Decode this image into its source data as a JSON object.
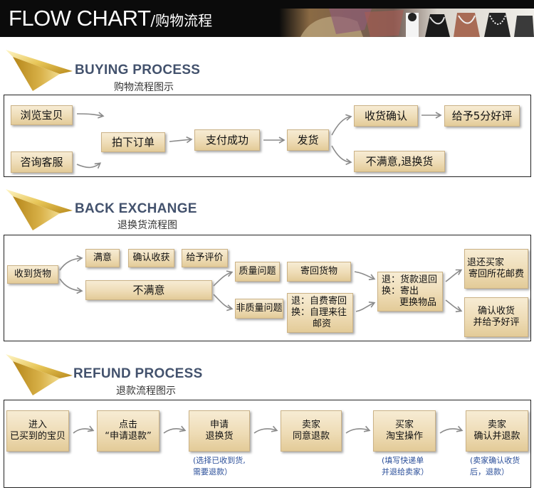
{
  "header": {
    "title_en": "FLOW CHART",
    "title_sep": "/",
    "title_zh": "购物流程"
  },
  "colors": {
    "header_bg": "#0b0b0b",
    "section_heading": "#43526d",
    "box_fill": "#efdfbd",
    "note_text": "#2b4f9a",
    "chevron_gold": "#d3ab3a"
  },
  "buying": {
    "title_en": "BUYING PROCESS",
    "title_zh": "购物流程图示",
    "steps": {
      "browse": "浏览宝贝",
      "consult": "咨询客服",
      "order": "拍下订单",
      "pay": "支付成功",
      "ship": "发货",
      "confirm": "收货确认",
      "rate": "给予5分好评",
      "unsatisfied": "不满意,退换货"
    }
  },
  "exchange": {
    "title_en": "BACK  EXCHANGE",
    "title_zh": "退换货流程图",
    "steps": {
      "receive": "收到货物",
      "satisfied": "满意",
      "confirm_receipt": "确认收获",
      "give_review": "给予评价",
      "unsatisfied": "不满意",
      "quality": "质量问题",
      "non_quality": "非质量问题",
      "return_goods": "寄回货物",
      "self_pay_1": "退：自费寄回",
      "self_pay_2": "换：自理来往",
      "self_pay_3": "邮资",
      "seller_1": "退：货款退回",
      "seller_2": "换：寄出",
      "seller_3": "更换物品",
      "refund_post_1": "退还买家",
      "refund_post_2": "寄回所花邮费",
      "confirm_good_1": "确认收货",
      "confirm_good_2": "并给予好评"
    }
  },
  "refund": {
    "title_en": "REFUND  PROCESS",
    "title_zh": "退款流程图示",
    "steps": [
      {
        "line1": "进入",
        "line2": "已买到的宝贝"
      },
      {
        "line1": "点击",
        "line2": "“申请退款”"
      },
      {
        "line1": "申请",
        "line2": "退换货"
      },
      {
        "line1": "卖家",
        "line2": "同意退款"
      },
      {
        "line1": "买家",
        "line2": "淘宝操作"
      },
      {
        "line1": "卖家",
        "line2": "确认并退款"
      }
    ],
    "notes": [
      {
        "line1": "(选择已收到货,",
        "line2": "需要退款）"
      },
      {
        "line1": "(填写快递单",
        "line2": "并退给卖家）"
      },
      {
        "line1": "(卖家确认收货",
        "line2": "后，退款）"
      }
    ]
  }
}
